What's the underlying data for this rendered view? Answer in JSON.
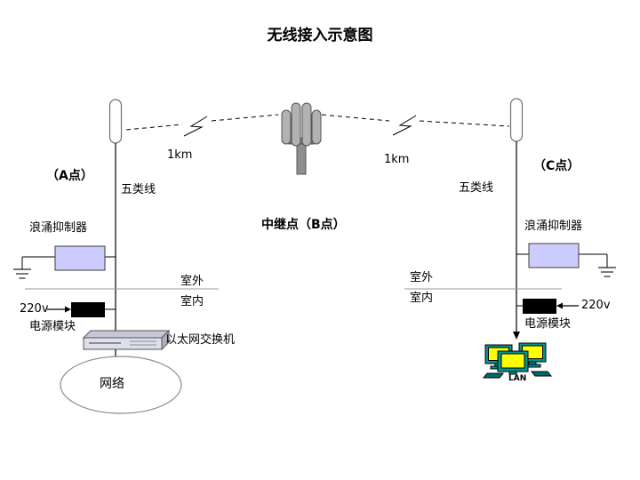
{
  "title": "无线接入示意图",
  "labels": {
    "point_a": "（A点）",
    "point_c": "（C点）",
    "relay_b": "中继点（B点）",
    "distance_left": "1km",
    "distance_right": "1km",
    "cat5_left": "五类线",
    "cat5_right": "五类线",
    "surge_left": "浪涌抑制器",
    "surge_right": "浪涌抑制器",
    "outdoor_left": "室外",
    "indoor_left": "室内",
    "outdoor_right": "室外",
    "indoor_right": "室内",
    "voltage_left": "220v",
    "voltage_right": "220v",
    "power_module_left": "电源模块",
    "power_module_right": "电源模块",
    "ethernet_switch": "以太网交换机",
    "network_cloud": "网络",
    "lan": "LAN"
  },
  "colors": {
    "surge_box_fill": "#ccccff",
    "power_box_fill": "#000000",
    "antenna_fill": "#ffffff",
    "repeater_fill": "#b2b2b2",
    "repeater_pole": "#8f8f8f",
    "monitor_screen": "#ffff00",
    "monitor_body": "#009595",
    "switch_front": "#dfdfea",
    "switch_top": "#c6c6d6",
    "cloud_fill": "#ffffff"
  }
}
